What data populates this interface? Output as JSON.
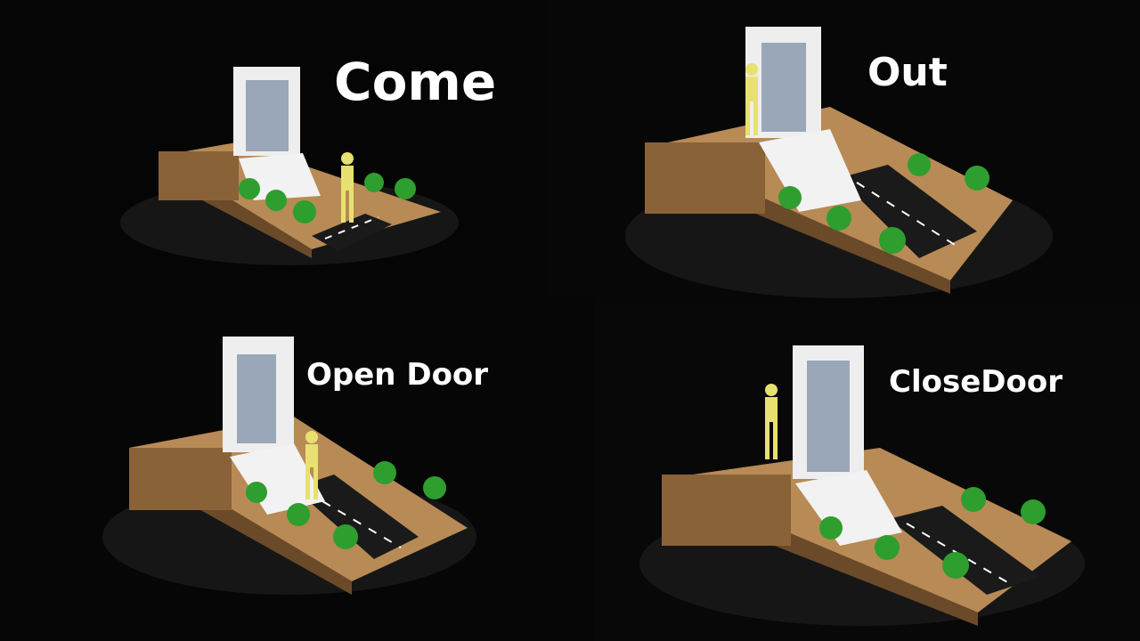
{
  "panels": [
    {
      "caption": "Come"
    },
    {
      "caption": "Out"
    },
    {
      "caption": "Open Door"
    },
    {
      "caption": "CloseDoor"
    }
  ],
  "colors": {
    "background": "#000000",
    "caption": "#ffffff",
    "base_board": "#b88a55",
    "road": "#1a1a1a",
    "frame": "#eeeeee",
    "grass": "#2e9e2e",
    "figure": "#e8e070",
    "turntable": "#161616"
  }
}
